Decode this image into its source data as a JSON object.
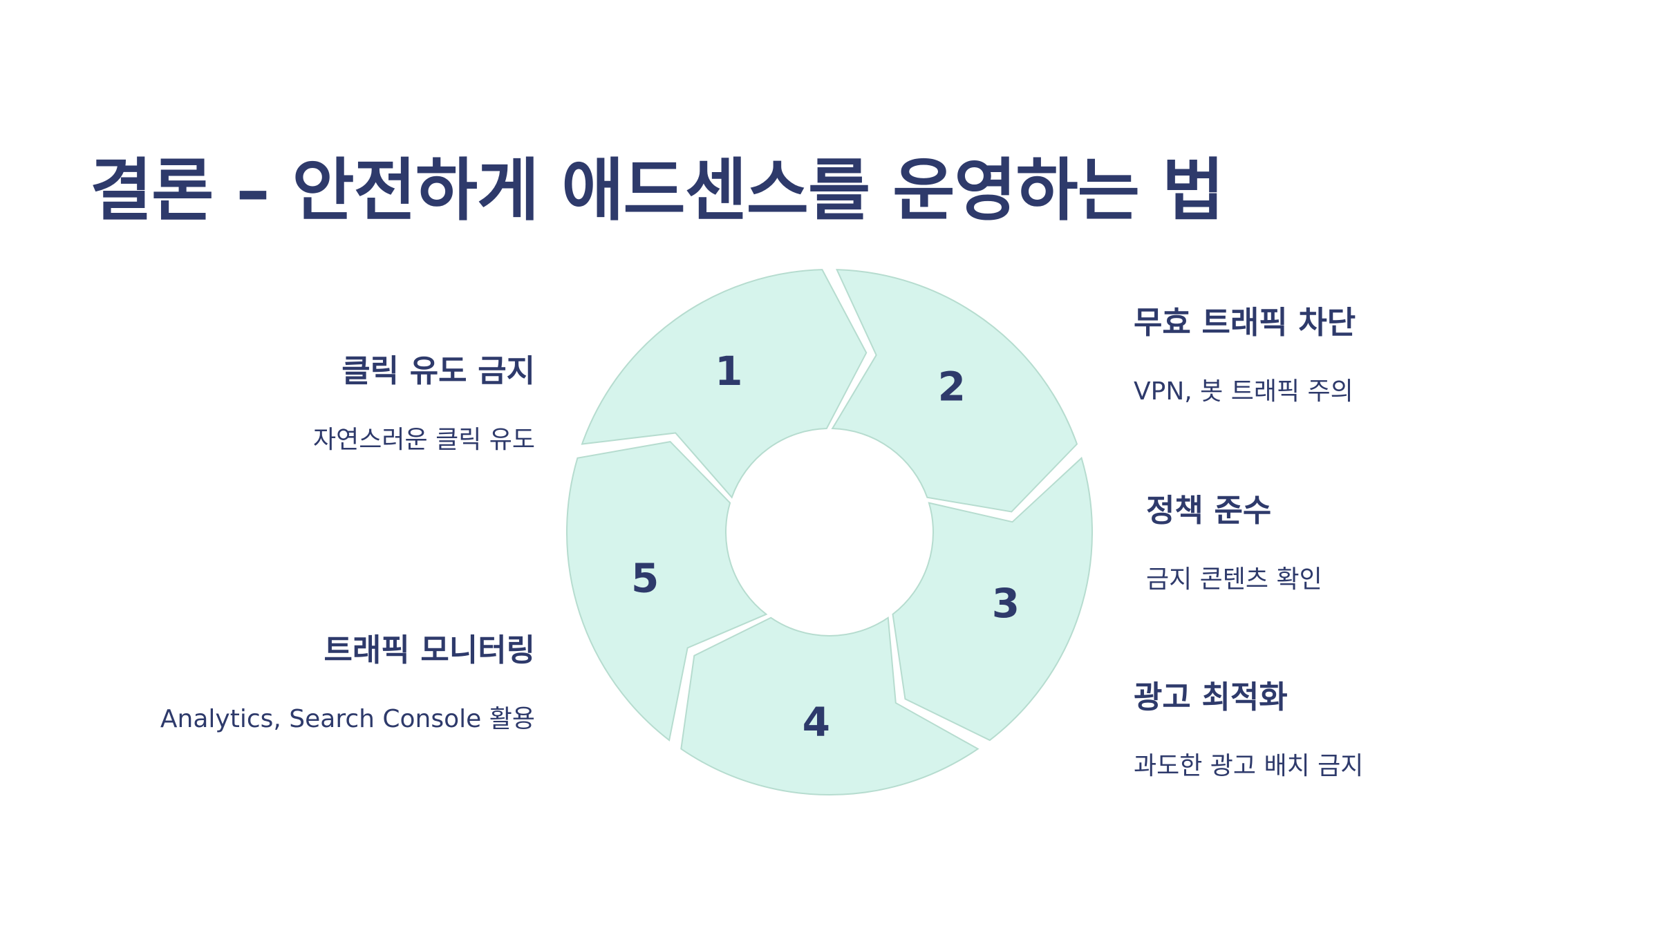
{
  "title": "결론 – 안전하게 애드센스를 운영하는 법",
  "colors": {
    "text": "#2e3a6b",
    "segment_fill": "#d6f4ec",
    "segment_stroke": "#b6dccf",
    "background": "#ffffff"
  },
  "segments": [
    {
      "label": "1",
      "heading": "클릭 유도 금지",
      "description": "자연스러운 클릭 유도"
    },
    {
      "label": "2",
      "heading": "무효 트래픽 차단",
      "description": "VPN, 봇 트래픽 주의"
    },
    {
      "label": "3",
      "heading": "정책 준수",
      "description": "금지 콘텐츠 확인"
    },
    {
      "label": "4",
      "heading": "광고 최적화",
      "description": "과도한 광고 배치 금지"
    },
    {
      "label": "5",
      "heading": "트래픽 모니터링",
      "description": "Analytics, Search Console 활용"
    }
  ]
}
